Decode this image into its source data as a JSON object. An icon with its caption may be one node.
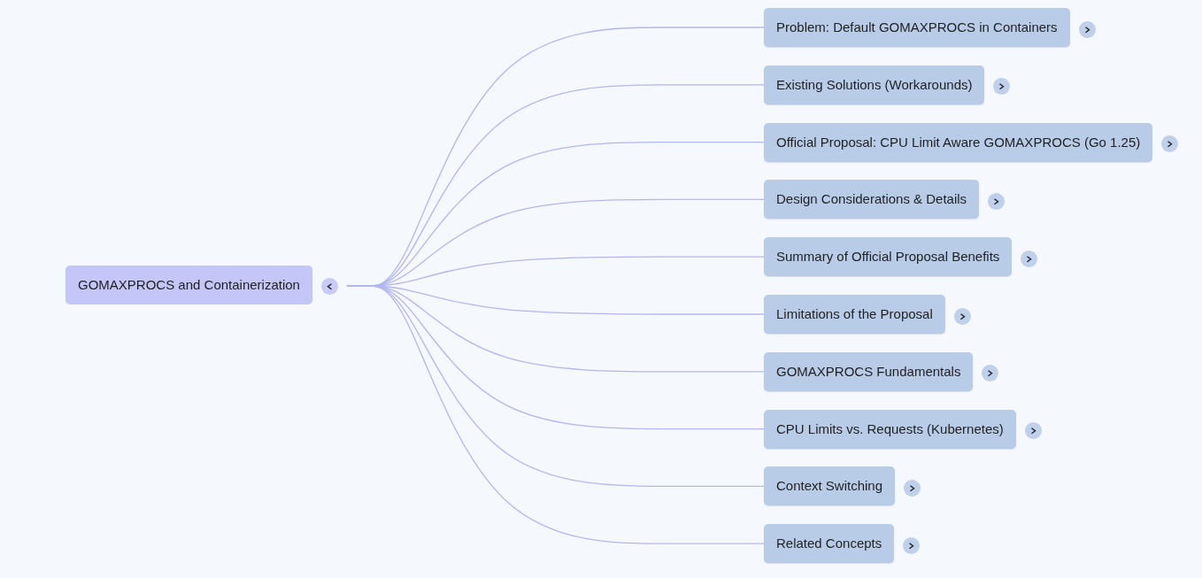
{
  "diagram": {
    "nodes": [
      {
        "text": [
          "GOMAXPROCS and Containerization"
        ]
      },
      {
        "text": [
          "Problem: Default GOMAXPROCS in Containers"
        ]
      },
      {
        "text": [
          "Existing Solutions (Workarounds)"
        ]
      },
      {
        "text": [
          "Official Proposal: CPU Limit Aware GOMAXPROCS (Go 1.25)"
        ]
      },
      {
        "text": [
          "Design Considerations & Details"
        ]
      },
      {
        "text": [
          "Summary of Official Proposal Benefits"
        ]
      },
      {
        "text": [
          "Limitations of the Proposal"
        ]
      },
      {
        "text": [
          "GOMAXPROCS Fundamentals"
        ]
      },
      {
        "text": [
          "CPU Limits vs. Requests (Kubernetes)"
        ]
      },
      {
        "text": [
          "Context Switching"
        ]
      },
      {
        "text": [
          "Related Concepts"
        ]
      }
    ],
    "edges": [
      {
        "from": 0,
        "to": 1,
        "arrow": "none"
      },
      {
        "from": 0,
        "to": 2,
        "arrow": "none"
      },
      {
        "from": 0,
        "to": 3,
        "arrow": "none"
      },
      {
        "from": 0,
        "to": 4,
        "arrow": "none"
      },
      {
        "from": 0,
        "to": 5,
        "arrow": "none"
      },
      {
        "from": 0,
        "to": 6,
        "arrow": "none"
      },
      {
        "from": 0,
        "to": 7,
        "arrow": "none"
      },
      {
        "from": 0,
        "to": 8,
        "arrow": "none"
      },
      {
        "from": 0,
        "to": 9,
        "arrow": "none"
      },
      {
        "from": 0,
        "to": 10,
        "arrow": "none"
      }
    ]
  }
}
